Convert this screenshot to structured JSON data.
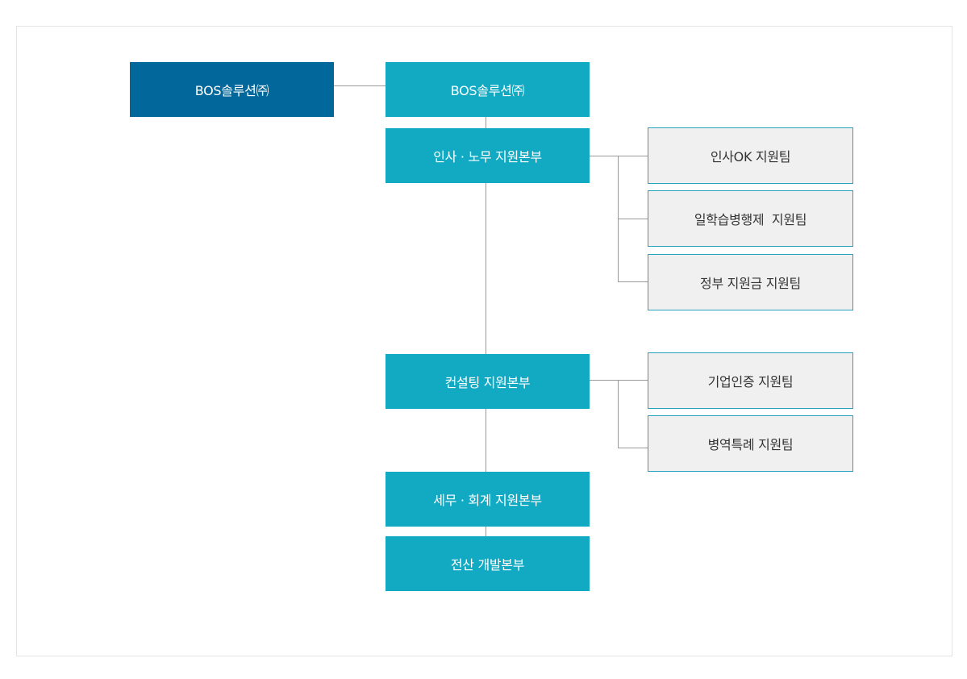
{
  "org": {
    "root": "BOS솔루션㈜",
    "main": "BOS솔루션㈜",
    "divisions": [
      {
        "name": "인사 · 노무 지원본부",
        "teams": [
          "인사OK 지원팀",
          "일학습병행제  지원팀",
          "정부 지원금 지원팀"
        ]
      },
      {
        "name": "컨설팅 지원본부",
        "teams": [
          "기업인증 지원팀",
          "병역특례 지원팀"
        ]
      },
      {
        "name": "세무 · 회계 지원본부",
        "teams": []
      },
      {
        "name": "전산 개발본부",
        "teams": []
      }
    ]
  },
  "colors": {
    "root_fill": "#02679b",
    "division_fill": "#12aac3",
    "team_fill": "#f0f0f0",
    "team_border": "#27a2bd",
    "connector": "#9a9a9a"
  }
}
